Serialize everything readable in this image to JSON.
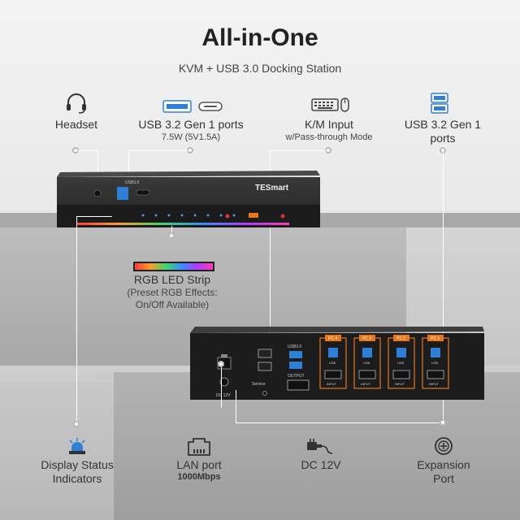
{
  "header": {
    "title": "All-in-One",
    "subtitle": "KVM + USB 3.0 Docking Station"
  },
  "features": {
    "headset": {
      "label": "Headset"
    },
    "usb_front": {
      "label": "USB 3.2 Gen 1 ports",
      "sub": "7.5W (5V1.5A)"
    },
    "km_input": {
      "label": "K/M Input",
      "sub": "w/Pass-through Mode"
    },
    "usb_rear": {
      "label_line1": "USB 3.2 Gen 1",
      "label_line2": "ports"
    },
    "rgb": {
      "label": "RGB LED Strip",
      "sub_line1": "(Preset RGB Effects:",
      "sub_line2": "On/Off Available)"
    },
    "display_status": {
      "label_line1": "Display Status",
      "label_line2": "Indicators"
    },
    "lan": {
      "label": "LAN port",
      "sub": "1000Mbps"
    },
    "dc": {
      "label": "DC 12V"
    },
    "expansion": {
      "label_line1": "Expansion",
      "label_line2": "Port"
    }
  },
  "device": {
    "brand": "TESmart",
    "front_usb_label": "USB3.0",
    "rear_usb_label": "USB3.0",
    "output_label": "OUTPUT",
    "service_label": "Service",
    "dc_label": "DC 12V",
    "pcs": [
      {
        "name": "PC 4",
        "usb": "USB",
        "input": "INPUT"
      },
      {
        "name": "PC 3",
        "usb": "USB",
        "input": "INPUT"
      },
      {
        "name": "PC 2",
        "usb": "USB",
        "input": "INPUT"
      },
      {
        "name": "PC 1",
        "usb": "USB",
        "input": "INPUT"
      }
    ]
  },
  "colors": {
    "accent_orange": "#e8761c",
    "usb_blue": "#2f7fd6",
    "line": "#ffffff"
  },
  "icons": [
    "headset-icon",
    "usb-a-icon",
    "usb-c-icon",
    "keyboard-mouse-icon",
    "usb-stack-icon",
    "alarm-light-icon",
    "ethernet-icon",
    "dc-plug-icon",
    "expansion-icon"
  ]
}
